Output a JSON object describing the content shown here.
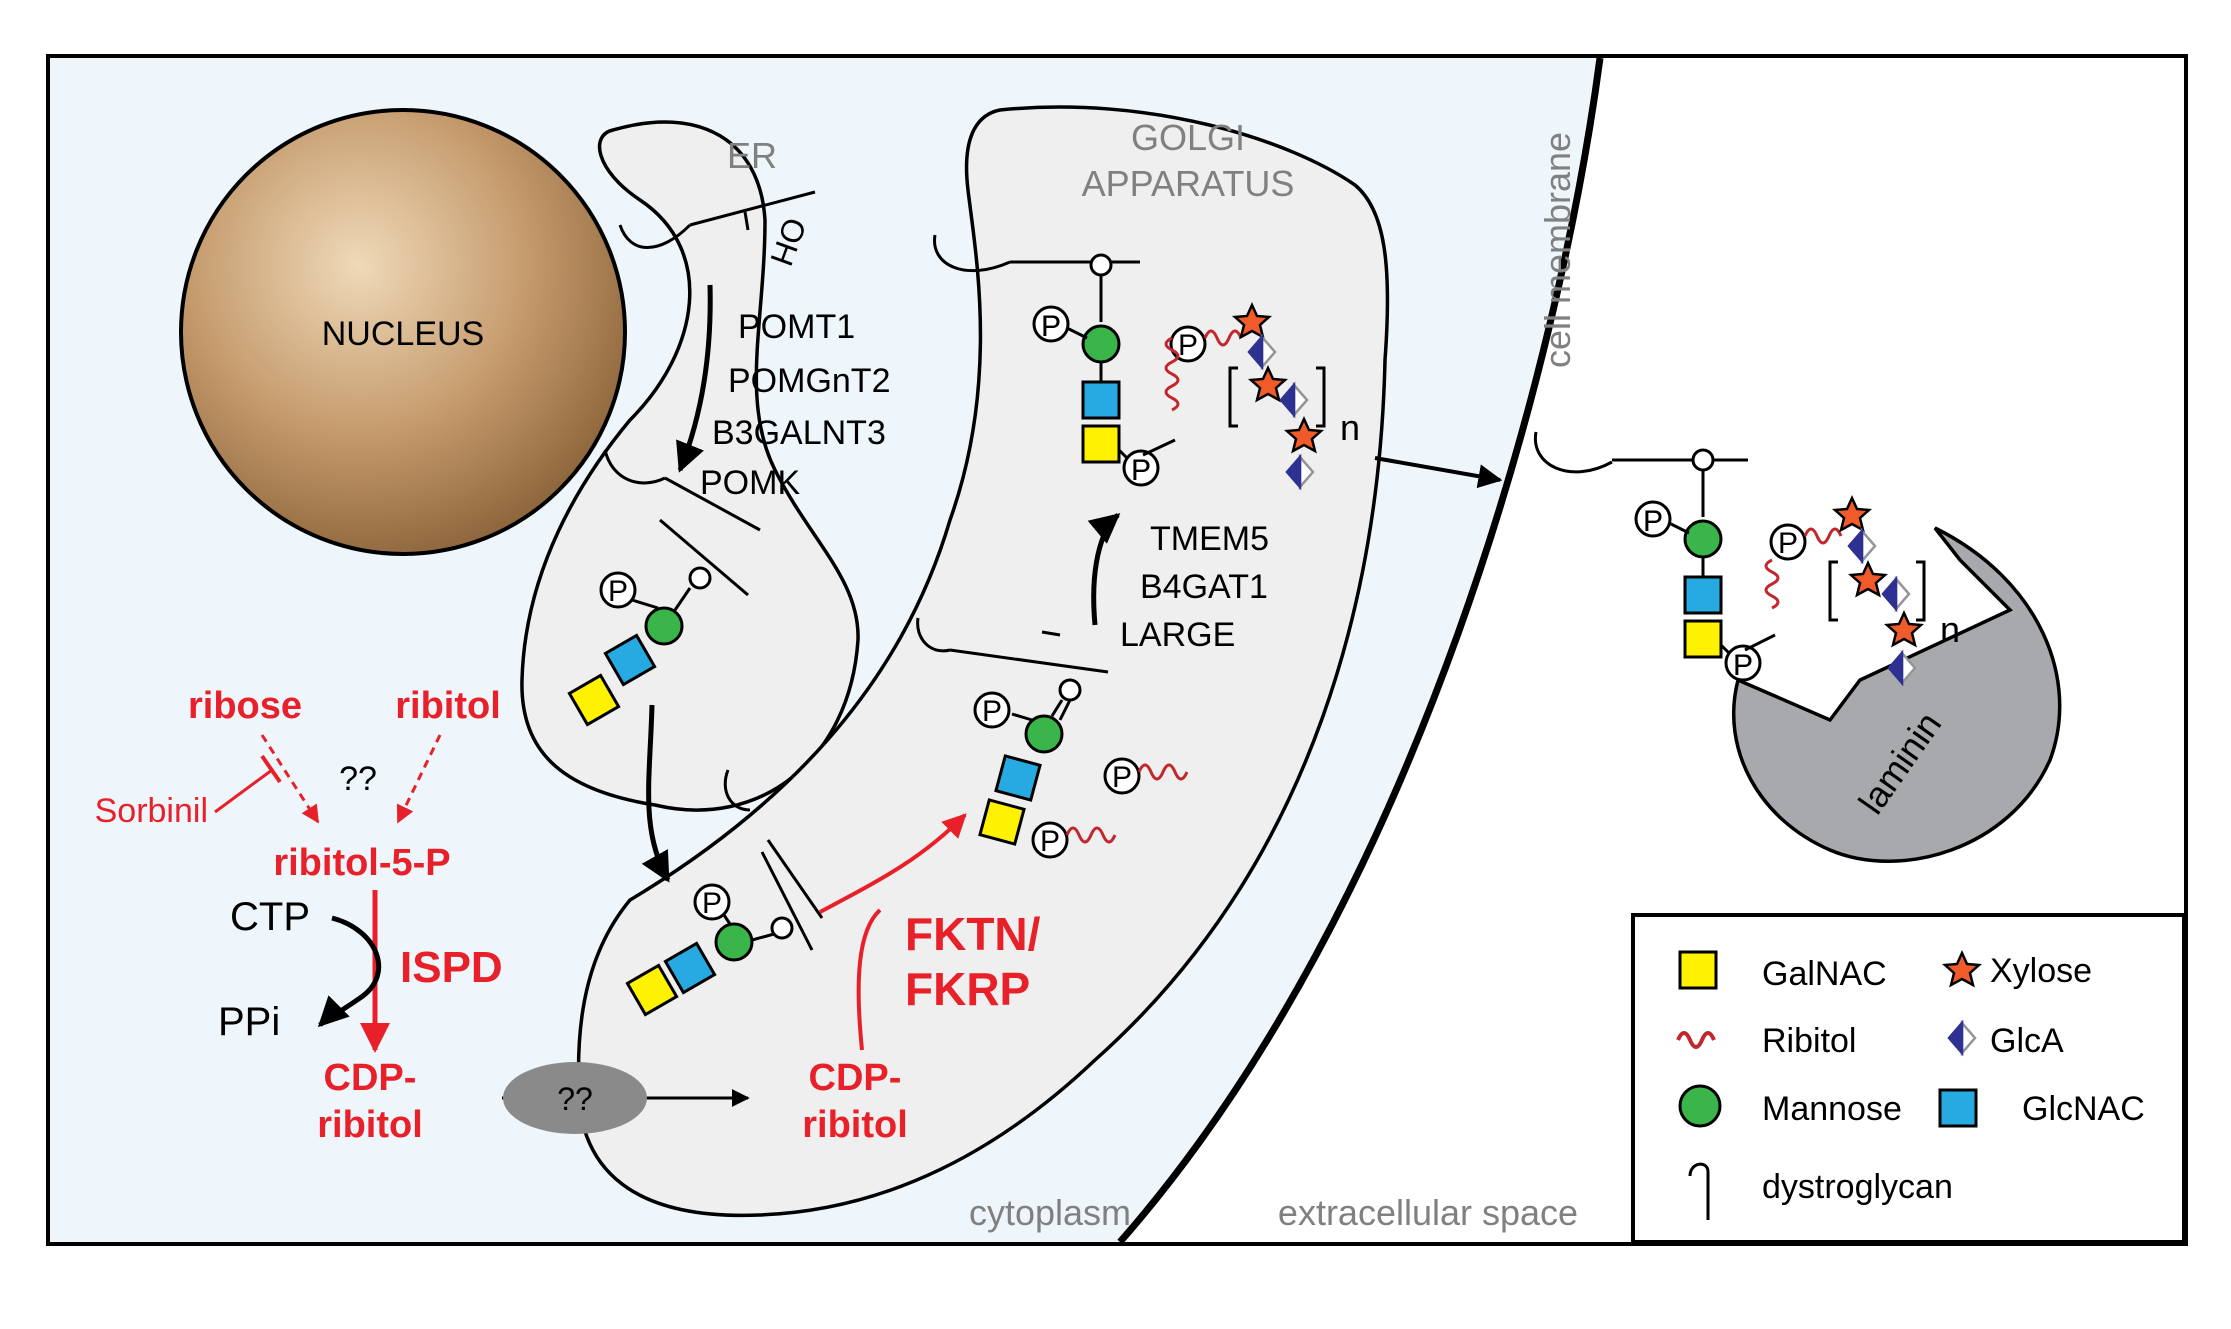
{
  "colors": {
    "cytoplasm": "#eef6fb",
    "organelle": "#efefef",
    "nucleus": "#c49a6c",
    "red": "#e8202a",
    "galnac": "#fff200",
    "glcnac": "#27aae1",
    "mannose": "#39b54a",
    "xylose": "#f15a29",
    "glca": "#2e3192",
    "unknown_transporter": "#8a8a8a",
    "laminin": "#a7a9ac"
  },
  "regions": {
    "nucleus": "NUCLEUS",
    "er": "ER",
    "golgi_line1": "GOLGI",
    "golgi_line2": "APPARATUS",
    "cell_membrane": "cell membrane",
    "cytoplasm": "cytoplasm",
    "extracellular": "extracellular space",
    "laminin": "laminin"
  },
  "er": {
    "oh": "OH",
    "enzymes": [
      "POMT1",
      "POMGnT2",
      "B3GALNT3",
      "POMK"
    ]
  },
  "golgi": {
    "enzymes": [
      "TMEM5",
      "B4GAT1",
      "LARGE"
    ],
    "repeat_n": "n"
  },
  "extracellular": {
    "repeat_n": "n"
  },
  "pathway": {
    "ribose": "ribose",
    "ribitol": "ribitol",
    "unknown": "??",
    "sorbinil": "Sorbinil",
    "ribitol5p": "ribitol-5-P",
    "ctp": "CTP",
    "ppi": "PPi",
    "ispd": "ISPD",
    "cdp_ribitol_line1": "CDP-",
    "cdp_ribitol_line2": "ribitol",
    "transporter": "??",
    "golgi_cdp_line1": "CDP-",
    "golgi_cdp_line2": "ribitol",
    "fktn_line1": "FKTN/",
    "fktn_line2": "FKRP"
  },
  "phosphate": "P",
  "legend": {
    "galnac": "GalNAC",
    "xylose": "Xylose",
    "ribitol": "Ribitol",
    "glca": "GlcA",
    "mannose": "Mannose",
    "glcnac": "GlcNAC",
    "dystroglycan": "dystroglycan"
  }
}
